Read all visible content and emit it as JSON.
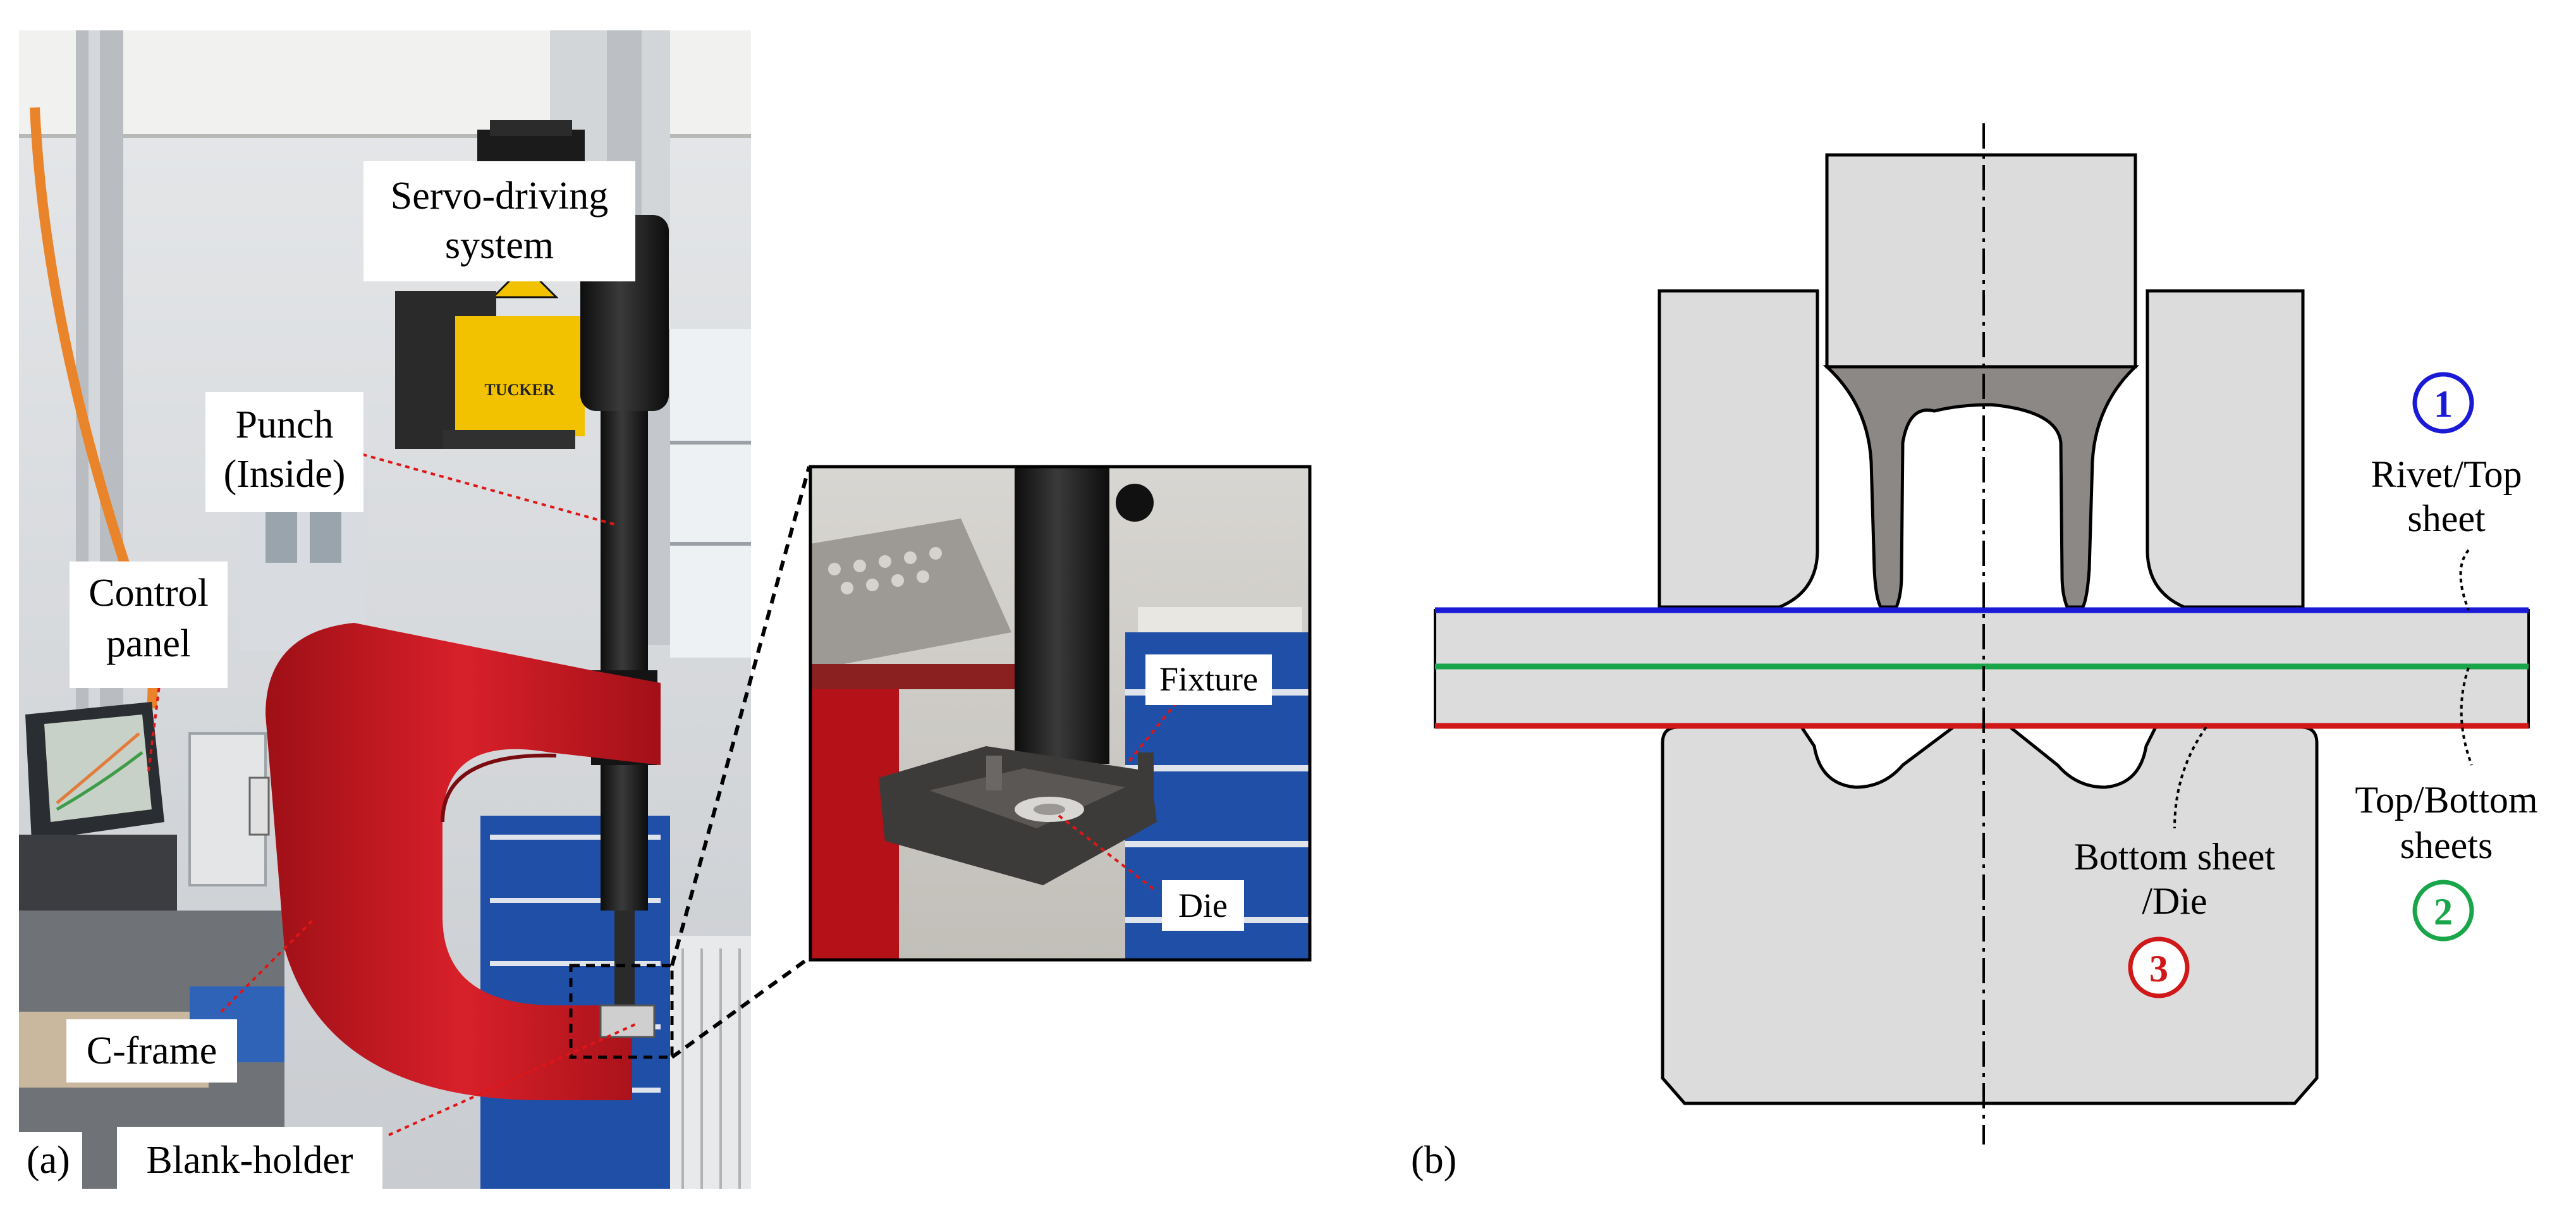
{
  "panel_a": {
    "panel_label": "(a)",
    "labels": {
      "servo_line1": "Servo-driving",
      "servo_line2": "system",
      "punch_line1": "Punch",
      "punch_line2": "(Inside)",
      "control_line1": "Control",
      "control_line2": "panel",
      "cframe": "C-frame",
      "blank_holder": "Blank-holder",
      "fixture": "Fixture",
      "die": "Die"
    },
    "machine_brand": "TUCKER",
    "colors": {
      "frame_red": "#c0141c",
      "cabinet_blue": "#1f4fa6",
      "actuator_yellow": "#f2c200",
      "ram_black": "#1c1c1c"
    }
  },
  "panel_b": {
    "panel_label": "(b)",
    "labels": {
      "rivet_top_line1": "Rivet/Top",
      "rivet_top_line2": "sheet",
      "top_bottom_line1": "Top/Bottom",
      "top_bottom_line2": "sheets",
      "bottom_die_line1": "Bottom sheet",
      "bottom_die_line2": "/Die"
    },
    "markers": [
      {
        "number": "1",
        "color": "#1a1ad6"
      },
      {
        "number": "2",
        "color": "#19a64a"
      },
      {
        "number": "3",
        "color": "#d01818"
      }
    ],
    "interfaces": [
      {
        "name": "rivet-top",
        "color": "#1a1ad6"
      },
      {
        "name": "top-bottom",
        "color": "#19a64a"
      },
      {
        "name": "bottom-die",
        "color": "#d01818"
      }
    ],
    "colors": {
      "part_fill": "#dcdcdc",
      "rivet_fill": "#8c8885",
      "outline": "#000000"
    }
  }
}
